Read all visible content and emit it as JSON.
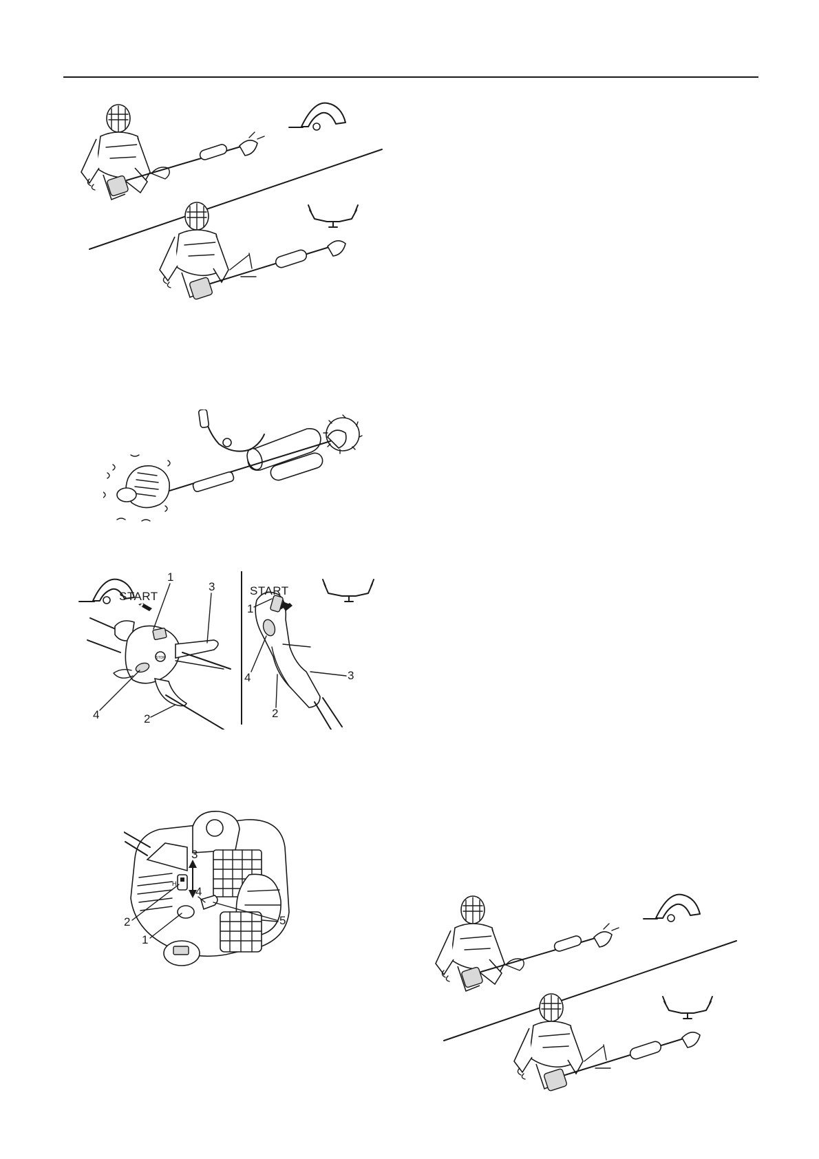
{
  "start_labels": {
    "left": "START",
    "right": "START"
  },
  "callouts": {
    "loop_handle": {
      "n1": "1",
      "n2": "2",
      "n3": "3",
      "n4": "4"
    },
    "bike_handle": {
      "n1": "1",
      "n2": "2",
      "n3": "3",
      "n4": "4"
    },
    "engine": {
      "n1": "1",
      "n2": "2",
      "n3": "3",
      "n4": "4",
      "n5": "5",
      "h_mark": "H"
    },
    "grip_button": "STOP"
  },
  "icons": {
    "loop_handle_icon": "loop-handle-icon",
    "bike_handle_icon": "bike-handle-icon"
  },
  "colors": {
    "ink": "#1a1a1a",
    "paper": "#ffffff",
    "shade": "#d9d9d9"
  }
}
